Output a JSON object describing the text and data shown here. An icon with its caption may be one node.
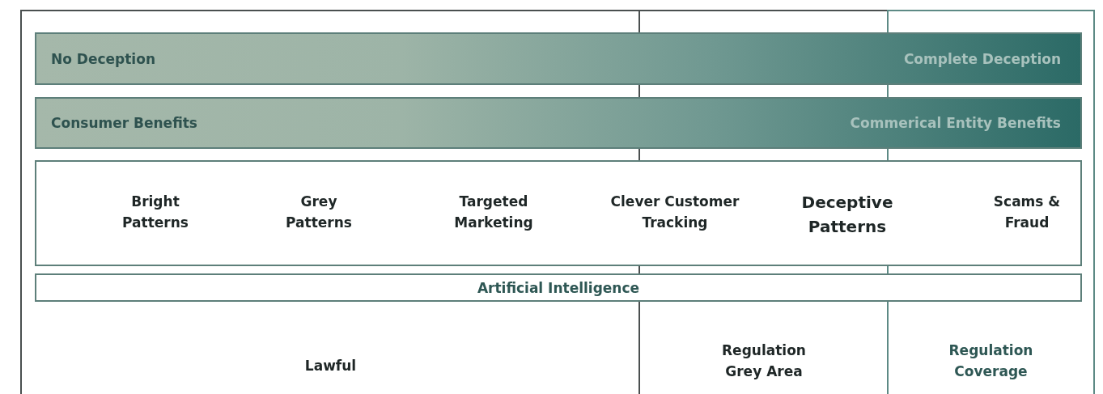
{
  "diagram": {
    "nodes": [
      {
        "text": [
          "No Deception",
          "Complete Deception"
        ]
      },
      {
        "text": [
          "Consumer Benefits",
          "Commerical Entity Benefits"
        ]
      },
      {
        "text": [
          "Bright Patterns",
          "Grey Patterns",
          "Targeted Marketing",
          "Clever Customer Tracking",
          "Deceptive Patterns",
          "Scams & Fraud"
        ]
      },
      {
        "text": [
          "Artificial Intelligence"
        ]
      },
      {
        "text": [
          "Lawful"
        ]
      },
      {
        "text": [
          "Regulation Grey Area"
        ]
      },
      {
        "text": [
          "Regulation Coverage"
        ]
      }
    ],
    "edges": []
  }
}
